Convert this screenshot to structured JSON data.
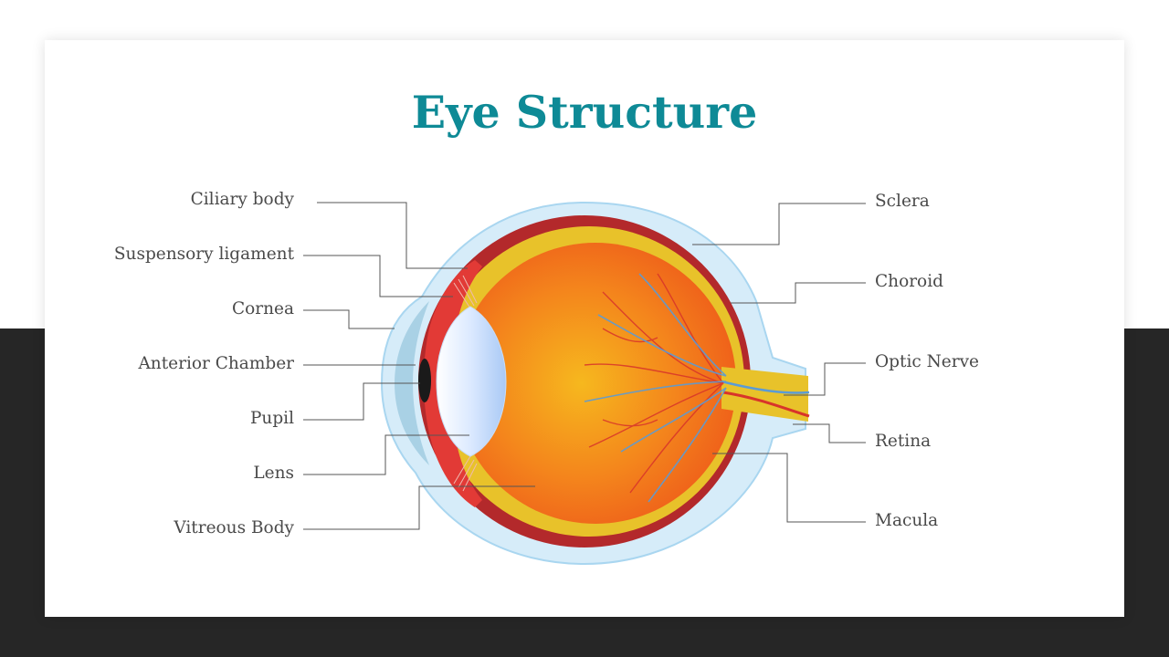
{
  "slide": {
    "title": "Eye Structure"
  },
  "labels": {
    "left": [
      "Ciliary body",
      "Suspensory ligament",
      "Cornea",
      "Anterior Chamber",
      "Pupil",
      "Lens",
      "Vitreous Body"
    ],
    "right": [
      "Sclera",
      "Choroid",
      "Optic Nerve",
      "Retina",
      "Macula"
    ]
  },
  "colors": {
    "title": "#0e8a96",
    "background_dark": "#262626",
    "sclera_outer": "#d6ecf9",
    "choroid": "#b3292b",
    "retina": "#e8c22a",
    "vitreous": "#f47c1a",
    "lens": "#bcd9ff",
    "vessels_red": "#d8342a",
    "vessels_blue": "#5b9bd5"
  }
}
